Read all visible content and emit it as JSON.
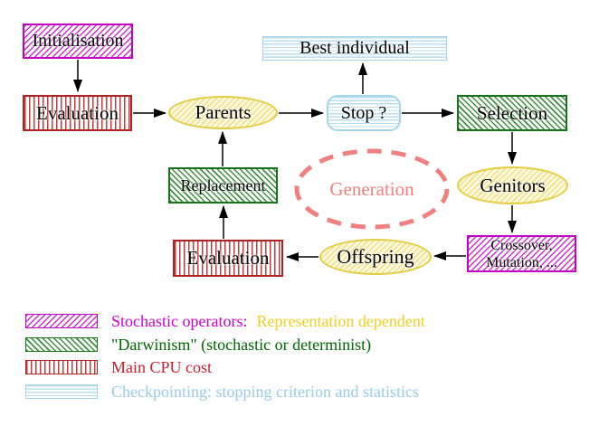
{
  "nodes": {
    "initialisation": {
      "label": "Initialisation"
    },
    "evaluation_top": {
      "label": "Evaluation"
    },
    "parents": {
      "label": "Parents"
    },
    "stop": {
      "label": "Stop ?"
    },
    "best_individual": {
      "label": "Best individual"
    },
    "selection": {
      "label": "Selection"
    },
    "genitors": {
      "label": "Genitors"
    },
    "crossover_mutation": {
      "line1": "Crossover,",
      "line2": "Mutation, ..."
    },
    "offspring": {
      "label": "Offspring"
    },
    "evaluation_bottom": {
      "label": "Evaluation"
    },
    "replacement": {
      "label": "Replacement"
    },
    "generation": {
      "label": "Generation"
    }
  },
  "legend": {
    "items": [
      {
        "pattern": "magenta-hatch",
        "text_primary": "Stochastic operators:",
        "text_secondary": "Representation dependent"
      },
      {
        "pattern": "green-hatch",
        "text_primary": "\"Darwinism\" (stochastic or determinist)"
      },
      {
        "pattern": "red-stripes",
        "text_primary": "Main CPU cost"
      },
      {
        "pattern": "blue-lines",
        "text_primary": "Checkpointing: stopping criterion and statistics"
      }
    ]
  },
  "colors": {
    "magenta": "#c400c4",
    "red": "#b22222",
    "green": "#177317",
    "light_blue": "#a5d4e8",
    "yellow": "#e2cd41",
    "salmon": "#f08080",
    "gold_text": "#f0d020",
    "dark_green_text": "#006600",
    "red_text": "#cc1f2f",
    "black": "#000000"
  }
}
